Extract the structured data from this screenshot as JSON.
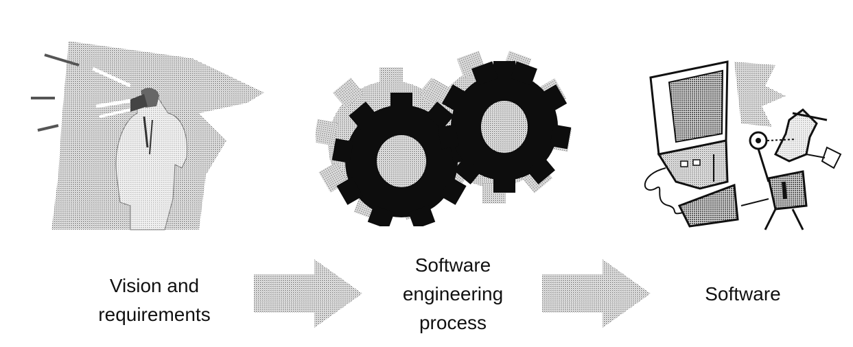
{
  "stages": {
    "vision": {
      "label": "Vision and\nrequirements",
      "icon": "businessman-megaphone-icon"
    },
    "process": {
      "label": "Software\nengineering\nprocess",
      "icon": "gears-icon"
    },
    "software": {
      "label": "Software",
      "icon": "computer-user-icon"
    }
  },
  "arrows": [
    {
      "from": "vision",
      "to": "process",
      "icon": "right-arrow-icon"
    },
    {
      "from": "process",
      "to": "software",
      "icon": "right-arrow-icon"
    }
  ],
  "colors": {
    "ink": "#111111",
    "screen_dot": "#8a8a8a",
    "arrow_dot": "#b5b5b5"
  }
}
